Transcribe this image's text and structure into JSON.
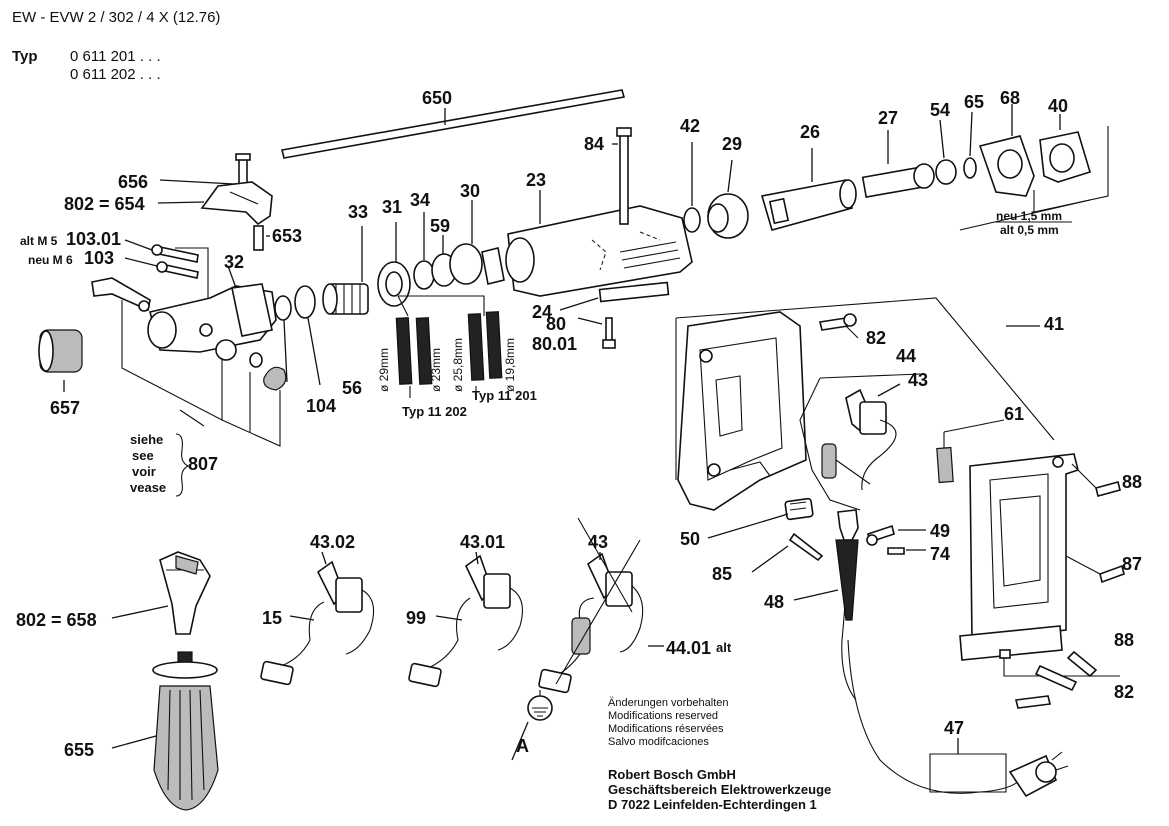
{
  "header": {
    "doc_code": "EW - EVW 2 / 302 / 4 X (12.76)",
    "typ_label": "Typ",
    "typ_1": "0 611 201  . . .",
    "typ_2": "0 611 202  . . ."
  },
  "parts": {
    "p650": "650",
    "p656": "656",
    "p654": "802 = 654",
    "p653": "653",
    "p10301": "103.01",
    "p103": "103",
    "alt_m5": "alt M 5",
    "neu_m6": "neu M 6",
    "p32": "32",
    "p657": "657",
    "p33": "33",
    "p31": "31",
    "p34": "34",
    "p59": "59",
    "p30": "30",
    "p23": "23",
    "p84": "84",
    "p42": "42",
    "p29": "29",
    "p26": "26",
    "p27": "27",
    "p54": "54",
    "p65": "65",
    "p68": "68",
    "p40": "40",
    "p24": "24",
    "p80": "80",
    "p8001": "80.01",
    "p104": "104",
    "p56": "56",
    "p807": "807",
    "p41": "41",
    "p82a": "82",
    "p44": "44",
    "p43a": "43",
    "p61": "61",
    "p88a": "88",
    "p87": "87",
    "p88b": "88",
    "p82b": "82",
    "p50": "50",
    "p49": "49",
    "p74": "74",
    "p85": "85",
    "p48": "48",
    "p47": "47",
    "p802_658": "802 = 658",
    "p655": "655",
    "p4302": "43.02",
    "p15": "15",
    "p4301": "43.01",
    "p99": "99",
    "p43b": "43",
    "p4401": "44.01",
    "alt": "alt",
    "pA": "A"
  },
  "dims": {
    "d29": "ø 29mm",
    "d23": "ø 23mm",
    "d258": "ø 25,8mm",
    "d198": "ø 19,8mm",
    "typ11202": "Typ 11 202",
    "typ11201": "Typ 11 201",
    "neu": "neu 1,5 mm",
    "alt": "alt  0,5 mm"
  },
  "see": {
    "l1": "siehe",
    "l2": "see",
    "l3": "voir",
    "l4": "vease"
  },
  "notes": {
    "l1": "Änderungen vorbehalten",
    "l2": "Modifications reserved",
    "l3": "Modifications réservées",
    "l4": "Salvo modifcaciones"
  },
  "company": {
    "l1": "Robert Bosch GmbH",
    "l2": "Geschäftsbereich Elektrowerkzeuge",
    "l3": "D 7022 Leinfelden-Echterdingen 1"
  }
}
